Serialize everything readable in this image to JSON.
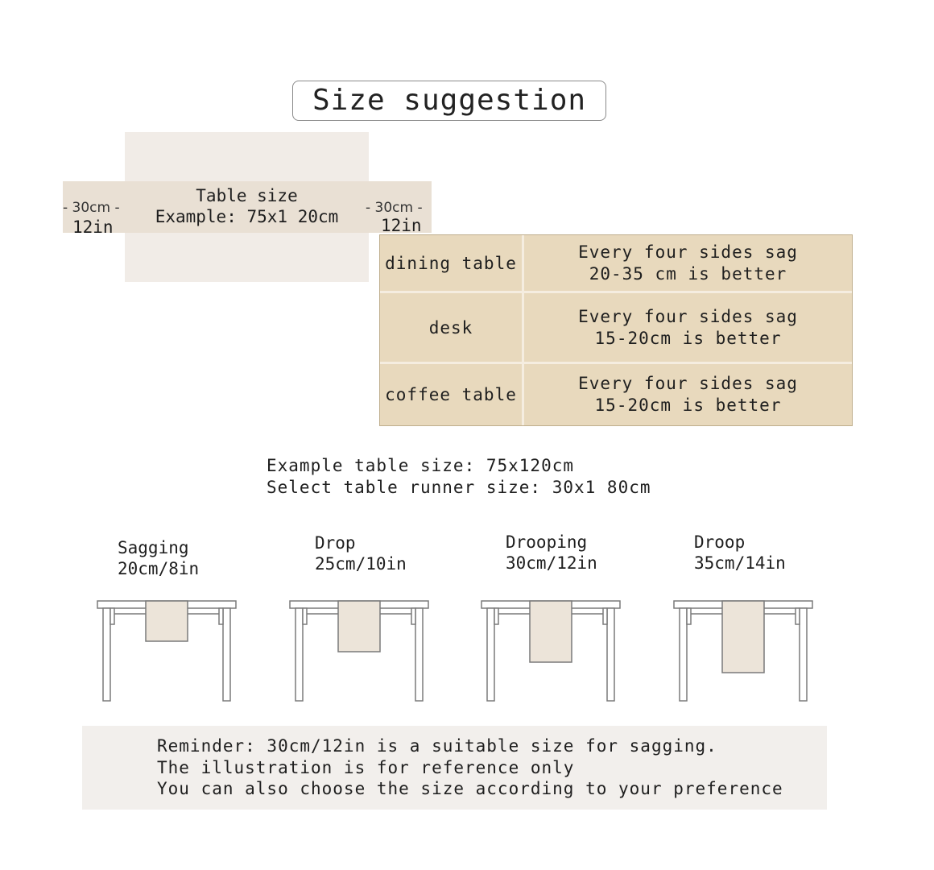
{
  "title": "Size suggestion",
  "diagram": {
    "table_size_label": "Table size",
    "table_size_example": "Example: 75x1 20cm",
    "left_overhang_cm": "30cm",
    "left_overhang_in": "12in",
    "right_overhang_cm": "30cm",
    "right_overhang_in": "12in"
  },
  "sag_table": {
    "rows": [
      {
        "name": "dining table",
        "tip": "Every four sides sag\n20-35 cm is better"
      },
      {
        "name": "desk",
        "tip": "Every four sides sag\n15-20cm is better"
      },
      {
        "name": "coffee table",
        "tip": "Every four sides sag\n15-20cm is better"
      }
    ]
  },
  "example": {
    "line1": "Example table size: 75x120cm",
    "line2": "Select table runner size: 30x1 80cm"
  },
  "drops": [
    {
      "label": "Sagging\n20cm/8in",
      "drop_cm": 20
    },
    {
      "label": "Drop\n25cm/10in",
      "drop_cm": 25
    },
    {
      "label": "Drooping\n30cm/12in",
      "drop_cm": 30
    },
    {
      "label": "Droop\n35cm/14in",
      "drop_cm": 35
    }
  ],
  "reminder": {
    "line1": "Reminder: 30cm/12in is a suitable size for sagging.",
    "line2": "The illustration is for reference only",
    "line3": "You can also choose the size according to your preference"
  },
  "colors": {
    "runner": "#e9e0d4",
    "table_top": "#f1ece7",
    "sag_table_bg": "#e8d9bd"
  }
}
